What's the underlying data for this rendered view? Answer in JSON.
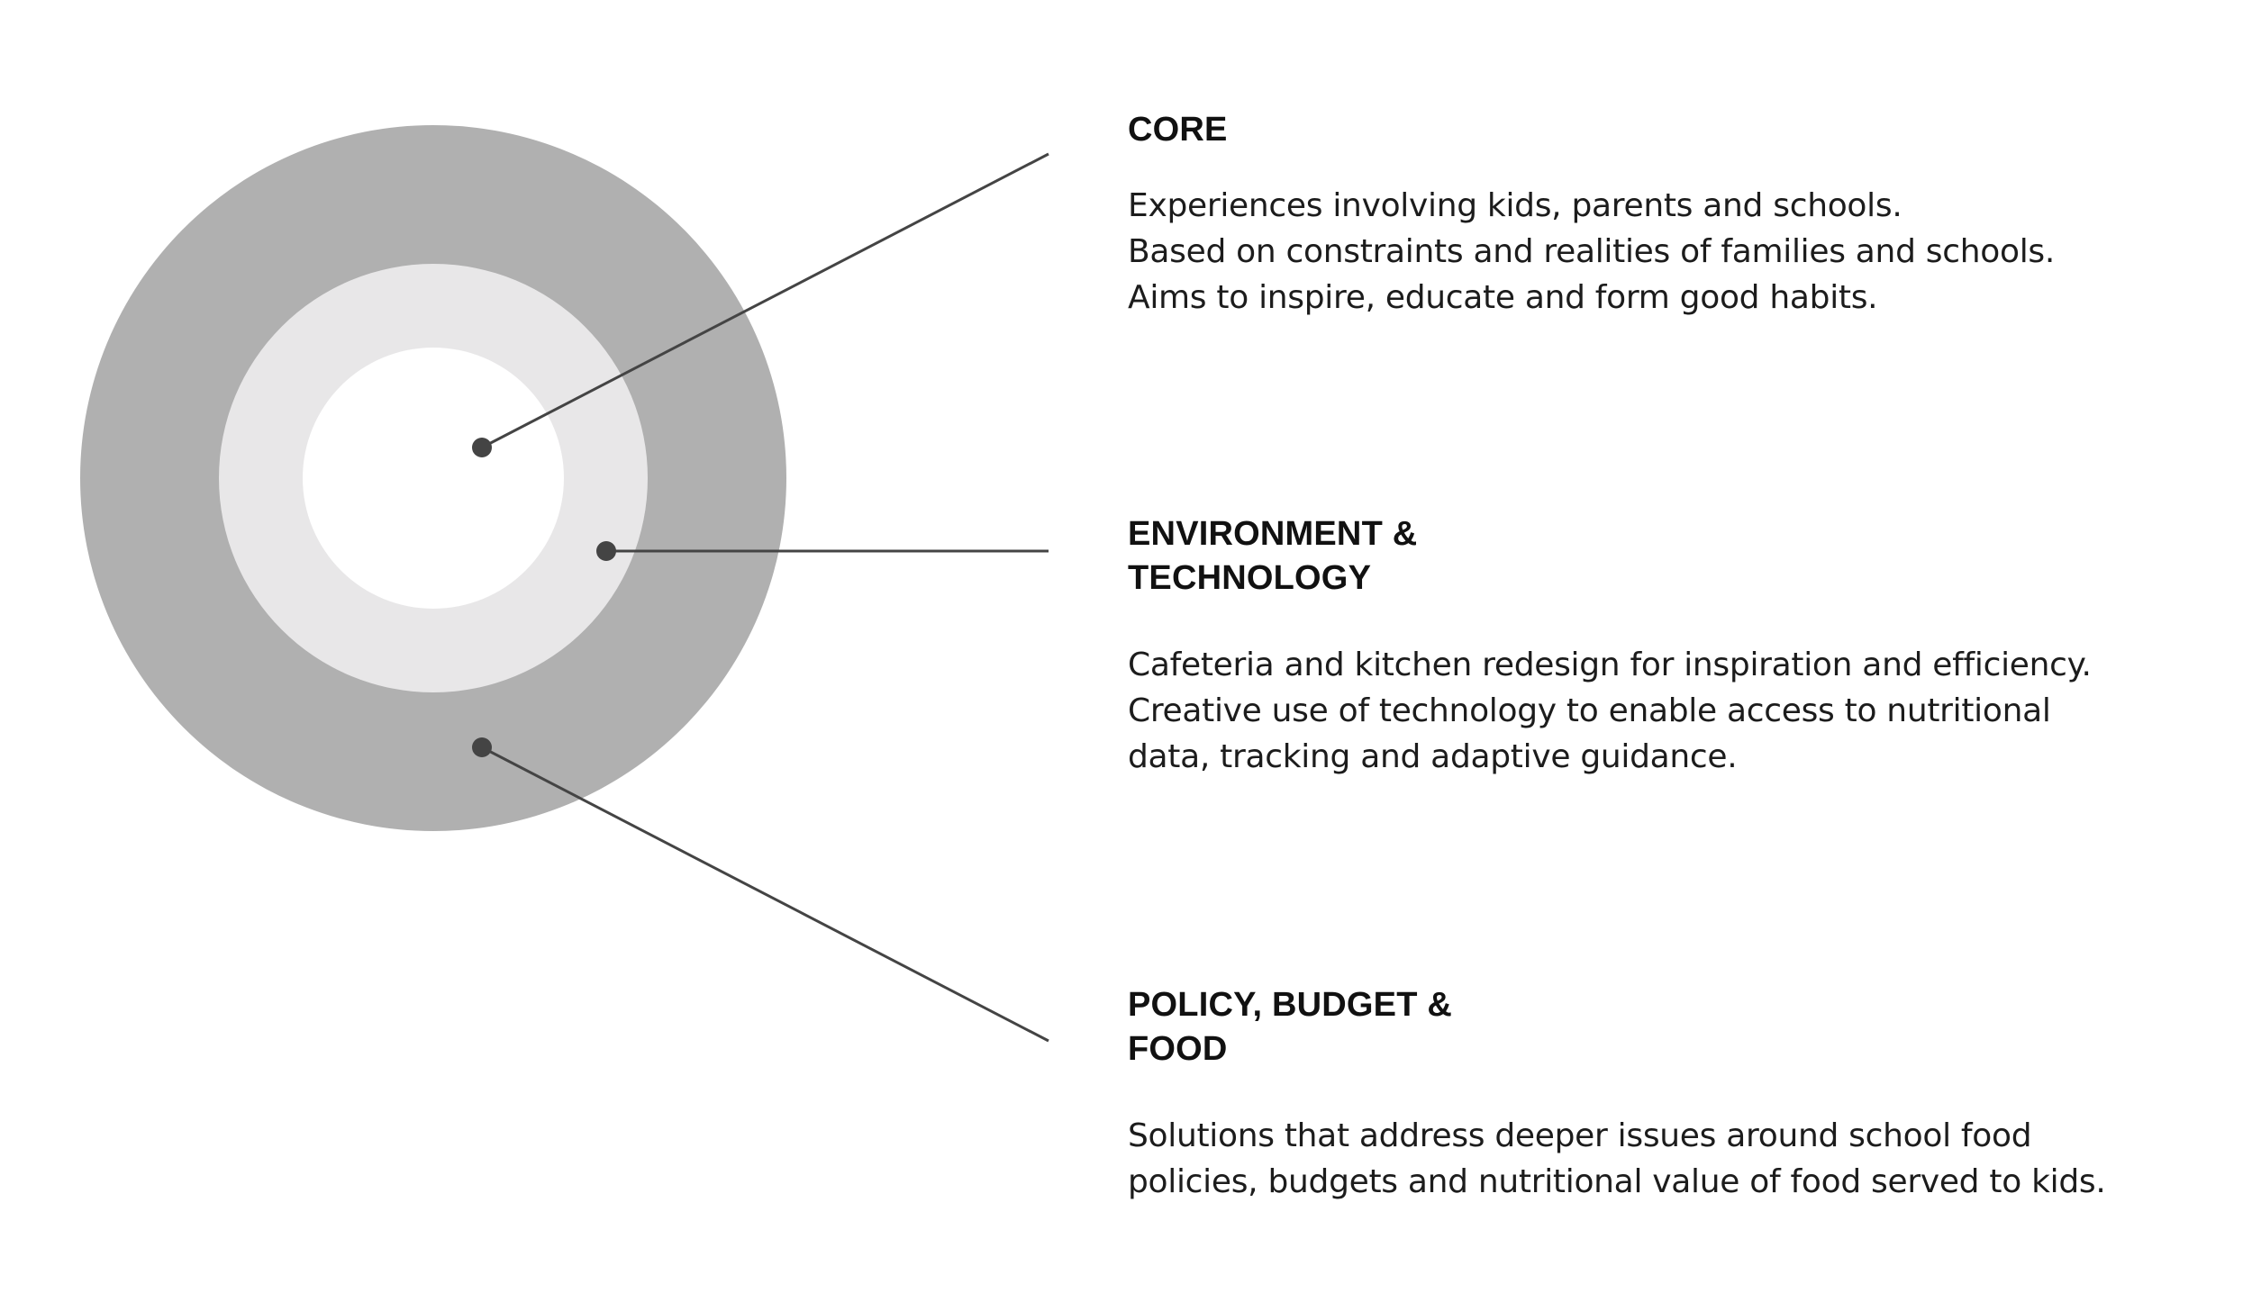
{
  "colors": {
    "background": "#ffffff",
    "outer_ring": "#b0b0b0",
    "middle_ring": "#e8e7e8",
    "inner_circle": "#ffffff",
    "connector": "#444444",
    "marker": "#444444"
  },
  "sections": {
    "core": {
      "heading": [
        "CORE"
      ],
      "lines": [
        "Experiences involving kids, parents and schools.",
        "Based on constraints and realities of families and schools.",
        "Aims to inspire, educate and form good habits."
      ]
    },
    "environment": {
      "heading": [
        "ENVIRONMENT &",
        "TECHNOLOGY"
      ],
      "lines": [
        "Cafeteria and kitchen redesign for inspiration and efficiency.",
        "Creative use of technology to enable access to nutritional",
        "data, tracking and adaptive guidance."
      ]
    },
    "policy": {
      "heading": [
        "POLICY, BUDGET &",
        "FOOD"
      ],
      "lines": [
        "Solutions that address deeper issues around school food",
        "policies, budgets and nutritional value of food served to kids."
      ]
    }
  }
}
